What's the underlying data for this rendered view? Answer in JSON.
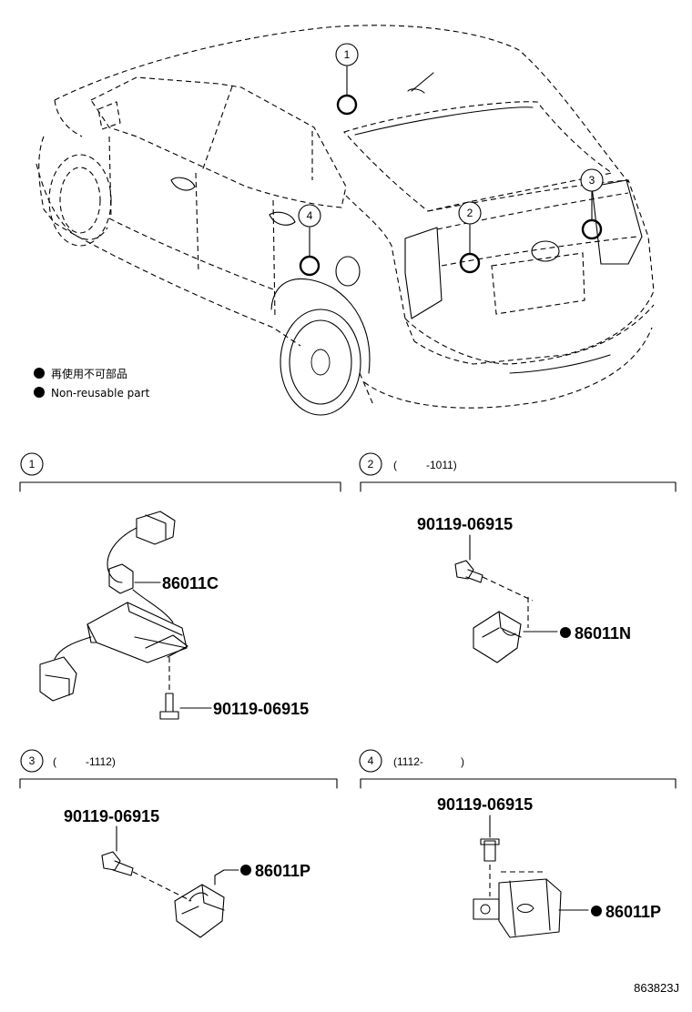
{
  "legend": {
    "line_jp": "再使用不可部品",
    "line_en": "Non-reusable part"
  },
  "location_markers": [
    {
      "number": "1"
    },
    {
      "number": "2"
    },
    {
      "number": "3"
    },
    {
      "number": "4"
    }
  ],
  "sections": [
    {
      "number": "1",
      "range": "",
      "parts": [
        {
          "number": "86011C",
          "non_reusable": false
        },
        {
          "number": "90119-06915",
          "non_reusable": false
        }
      ]
    },
    {
      "number": "2",
      "range_open": "(",
      "range_close": "-1011)",
      "parts": [
        {
          "number": "90119-06915",
          "non_reusable": false
        },
        {
          "number": "86011N",
          "non_reusable": true
        }
      ]
    },
    {
      "number": "3",
      "range_open": "(",
      "range_close": "-1112)",
      "parts": [
        {
          "number": "90119-06915",
          "non_reusable": false
        },
        {
          "number": "86011P",
          "non_reusable": true
        }
      ]
    },
    {
      "number": "4",
      "range_open": "(1112-",
      "range_close": ")",
      "parts": [
        {
          "number": "90119-06915",
          "non_reusable": false
        },
        {
          "number": "86011P",
          "non_reusable": true
        }
      ]
    }
  ],
  "illustration_code": "863823J"
}
